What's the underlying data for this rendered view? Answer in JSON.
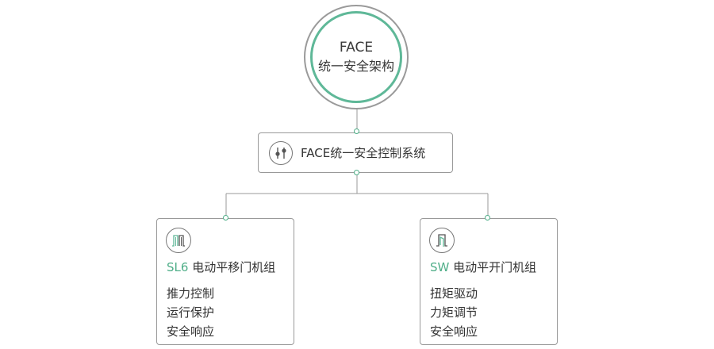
{
  "root": {
    "line1": "FACE",
    "line2": "统一安全架构"
  },
  "control": {
    "icon": "slider-adjust-icon",
    "label": "FACE统一安全控制系统"
  },
  "units": [
    {
      "icon": "sliding-door-icon",
      "model": "SL6",
      "name": "电动平移门机组",
      "features": [
        "推力控制",
        "运行保护",
        "安全响应"
      ]
    },
    {
      "icon": "swing-door-icon",
      "model": "SW",
      "name": "电动平开门机组",
      "features": [
        "扭矩驱动",
        "力矩调节",
        "安全响应"
      ]
    }
  ],
  "colors": {
    "accent": "#5fb898",
    "border": "#999999",
    "text": "#333333"
  }
}
